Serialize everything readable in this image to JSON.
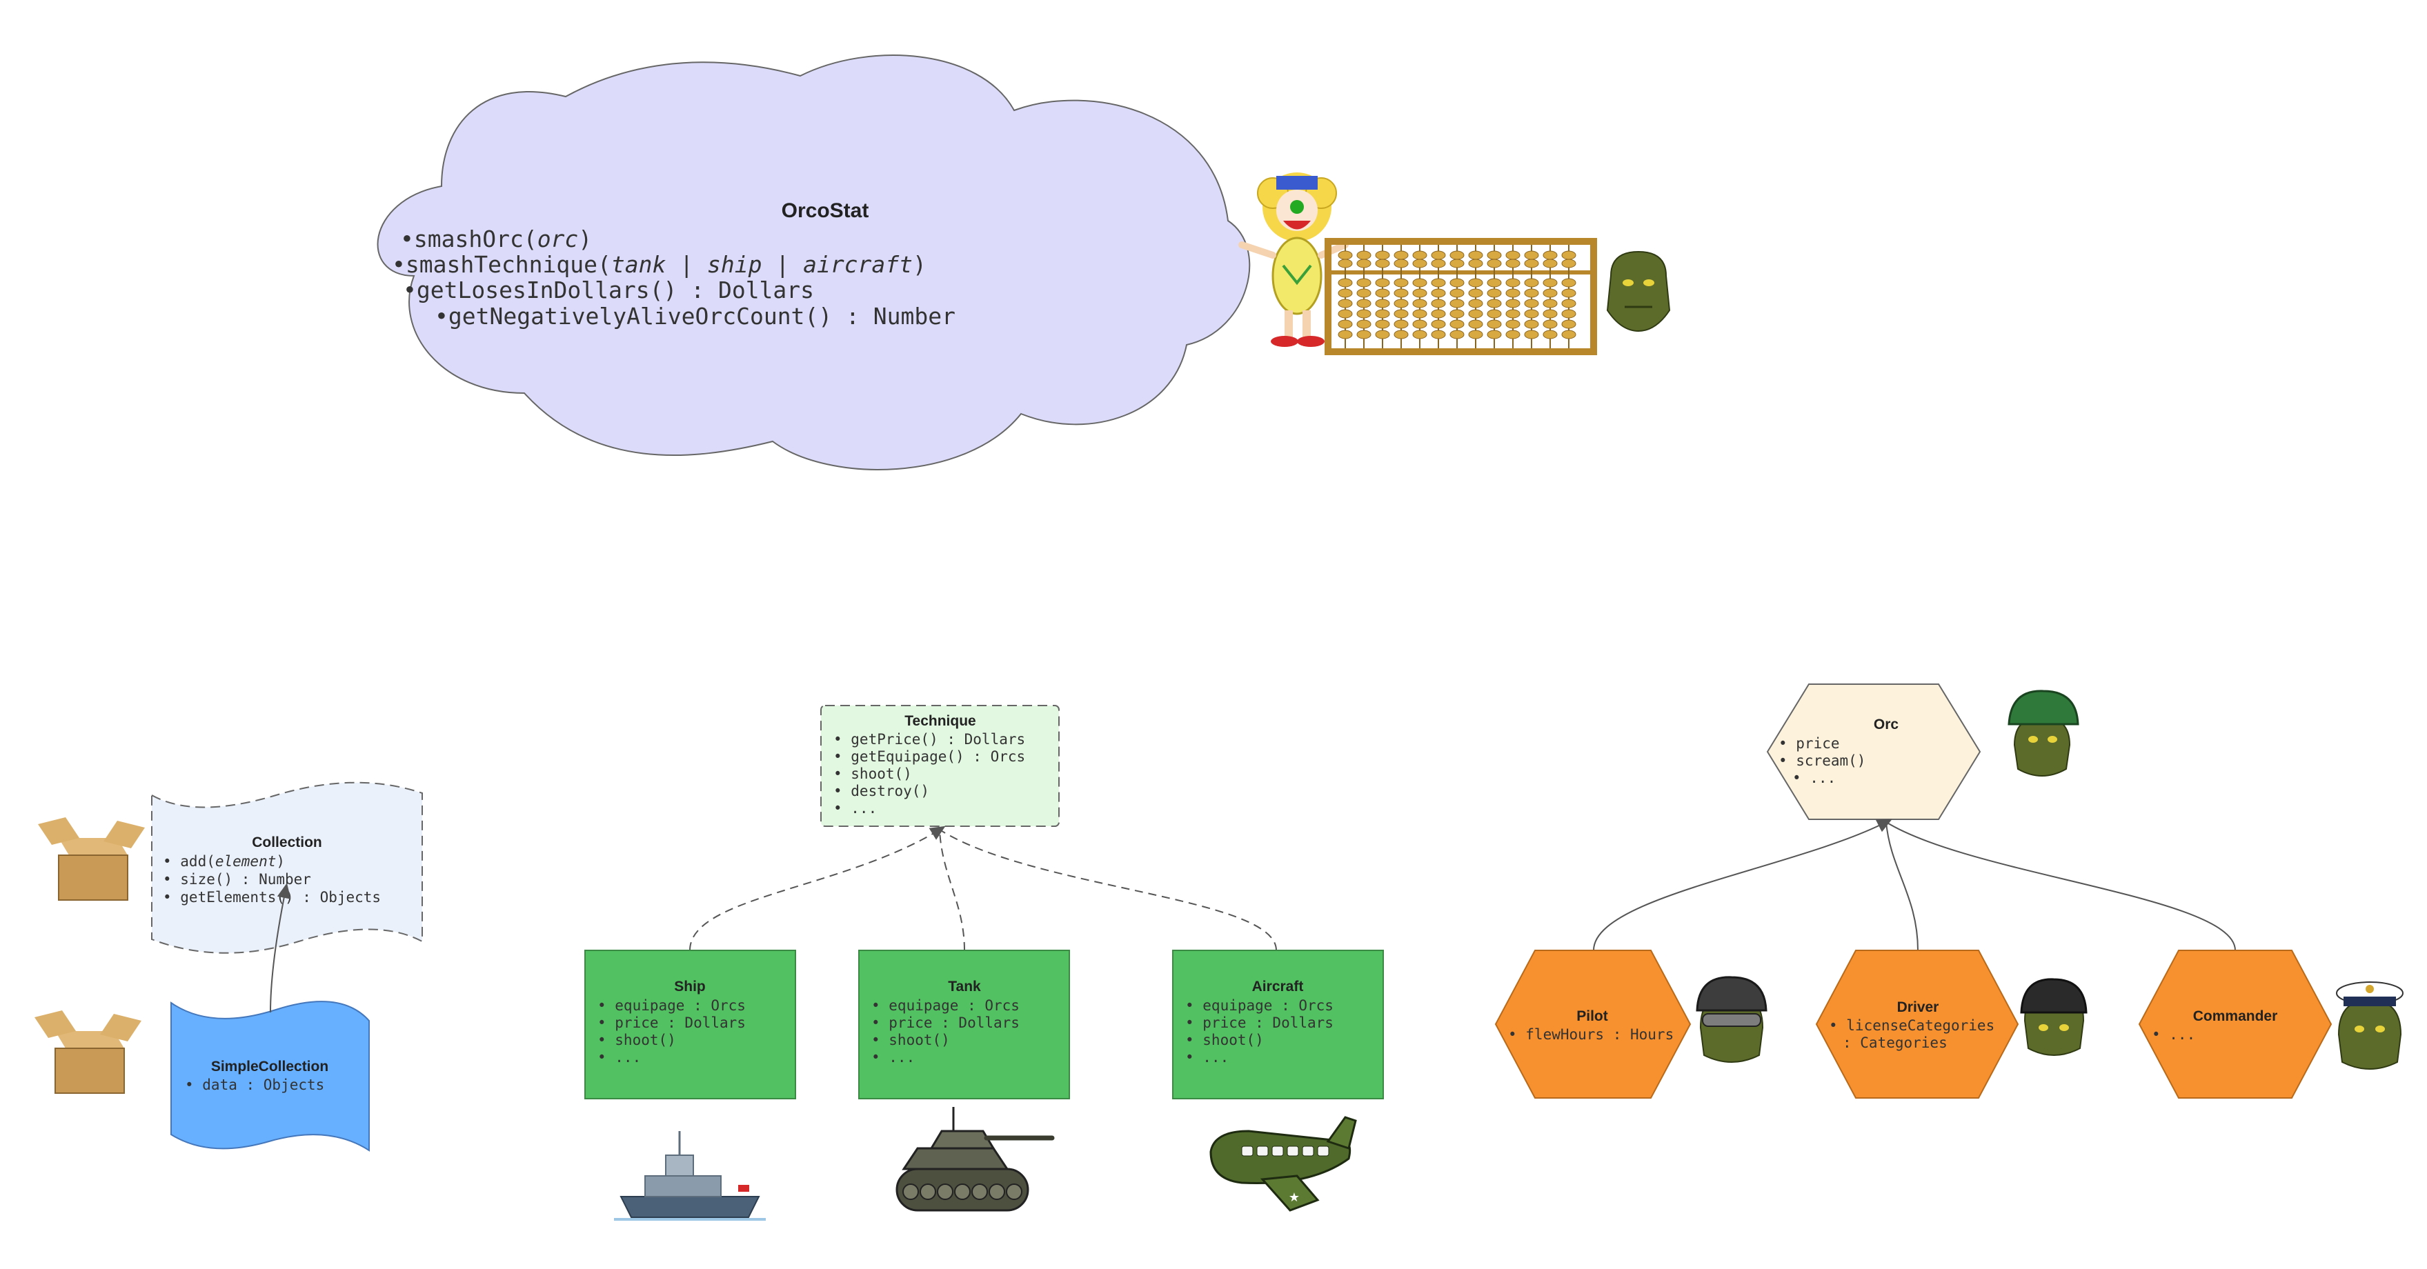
{
  "colors": {
    "cloud_fill": "#dcdcfa",
    "technique_fill": "#e2f8e0",
    "tech_child_fill": "#52c161",
    "collection_fill": "#eaf1fb",
    "simple_collection_fill": "#66b0ff",
    "orc_fill": "#fdf2dc",
    "orc_child_fill": "#f7902e",
    "connector": "#555555"
  },
  "cloud": {
    "title": "OrcoStat",
    "members": [
      [
        "•smashOrc(",
        "orc",
        ")"
      ],
      [
        "•smashTechnique(",
        "tank",
        " | ",
        "ship",
        " | ",
        "aircraft",
        ")"
      ],
      [
        "•getLosesInDollars() : Dollars"
      ],
      [
        "•getNegativelyAliveOrcCount() : Number"
      ]
    ]
  },
  "collection": {
    "title": "Collection",
    "members": [
      [
        "• add(",
        "element",
        ")"
      ],
      [
        "• size() : Number"
      ],
      [
        "• getElements() : Objects"
      ]
    ]
  },
  "simple_collection": {
    "title": "SimpleCollection",
    "members": [
      "• data : Objects"
    ]
  },
  "technique": {
    "title": "Technique",
    "members": [
      "• getPrice() : Dollars",
      "• getEquipage() : Orcs",
      "• shoot()",
      "• destroy()",
      "• ..."
    ]
  },
  "ship": {
    "title": "Ship",
    "members": [
      "• equipage : Orcs",
      "• price : Dollars",
      "• shoot()",
      "• ..."
    ]
  },
  "tank": {
    "title": "Tank",
    "members": [
      "• equipage : Orcs",
      "• price : Dollars",
      "• shoot()",
      "• ..."
    ]
  },
  "aircraft": {
    "title": "Aircraft",
    "members": [
      "• equipage : Orcs",
      "• price : Dollars",
      "• shoot()",
      "• ..."
    ]
  },
  "orc": {
    "title": "Orc",
    "members": [
      "• price",
      "• scream()",
      "• ..."
    ]
  },
  "pilot": {
    "title": "Pilot",
    "members": [
      "• flewHours : Hours"
    ]
  },
  "driver": {
    "title": "Driver",
    "members": [
      "• licenseCategories",
      ": Categories"
    ]
  },
  "commander": {
    "title": "Commander",
    "members": [
      "• ..."
    ]
  },
  "icons": [
    "clown-icon",
    "abacus-icon",
    "orc-head-icon",
    "box-icon",
    "box-icon",
    "ship-icon",
    "tank-icon",
    "aircraft-icon",
    "orc-soldier-icon",
    "orc-pilot-icon",
    "orc-driver-icon",
    "orc-commander-icon"
  ]
}
